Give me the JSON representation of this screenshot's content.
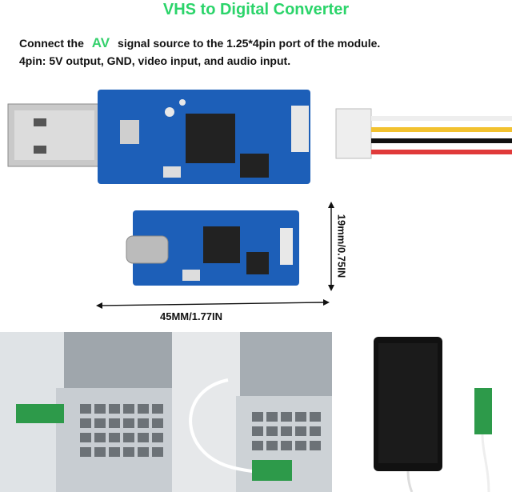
{
  "title": "VHS to Digital Converter",
  "instructions": {
    "line1_before": "Connect the",
    "line1_highlight": "AV",
    "line1_after": "signal source to the 1.25*4pin port of the module.",
    "line2": "4pin: 5V output, GND, video input, and audio input."
  },
  "dimensions": {
    "width_label": "45MM/1.77IN",
    "height_label": "19mm/0.75IN"
  },
  "colors": {
    "title": "#2bd46a",
    "pcb_blue": "#1d5fb8",
    "wire_yellow": "#f2c230",
    "wire_white": "#eeeeee",
    "wire_black": "#111111",
    "wire_red": "#e03a3a"
  }
}
